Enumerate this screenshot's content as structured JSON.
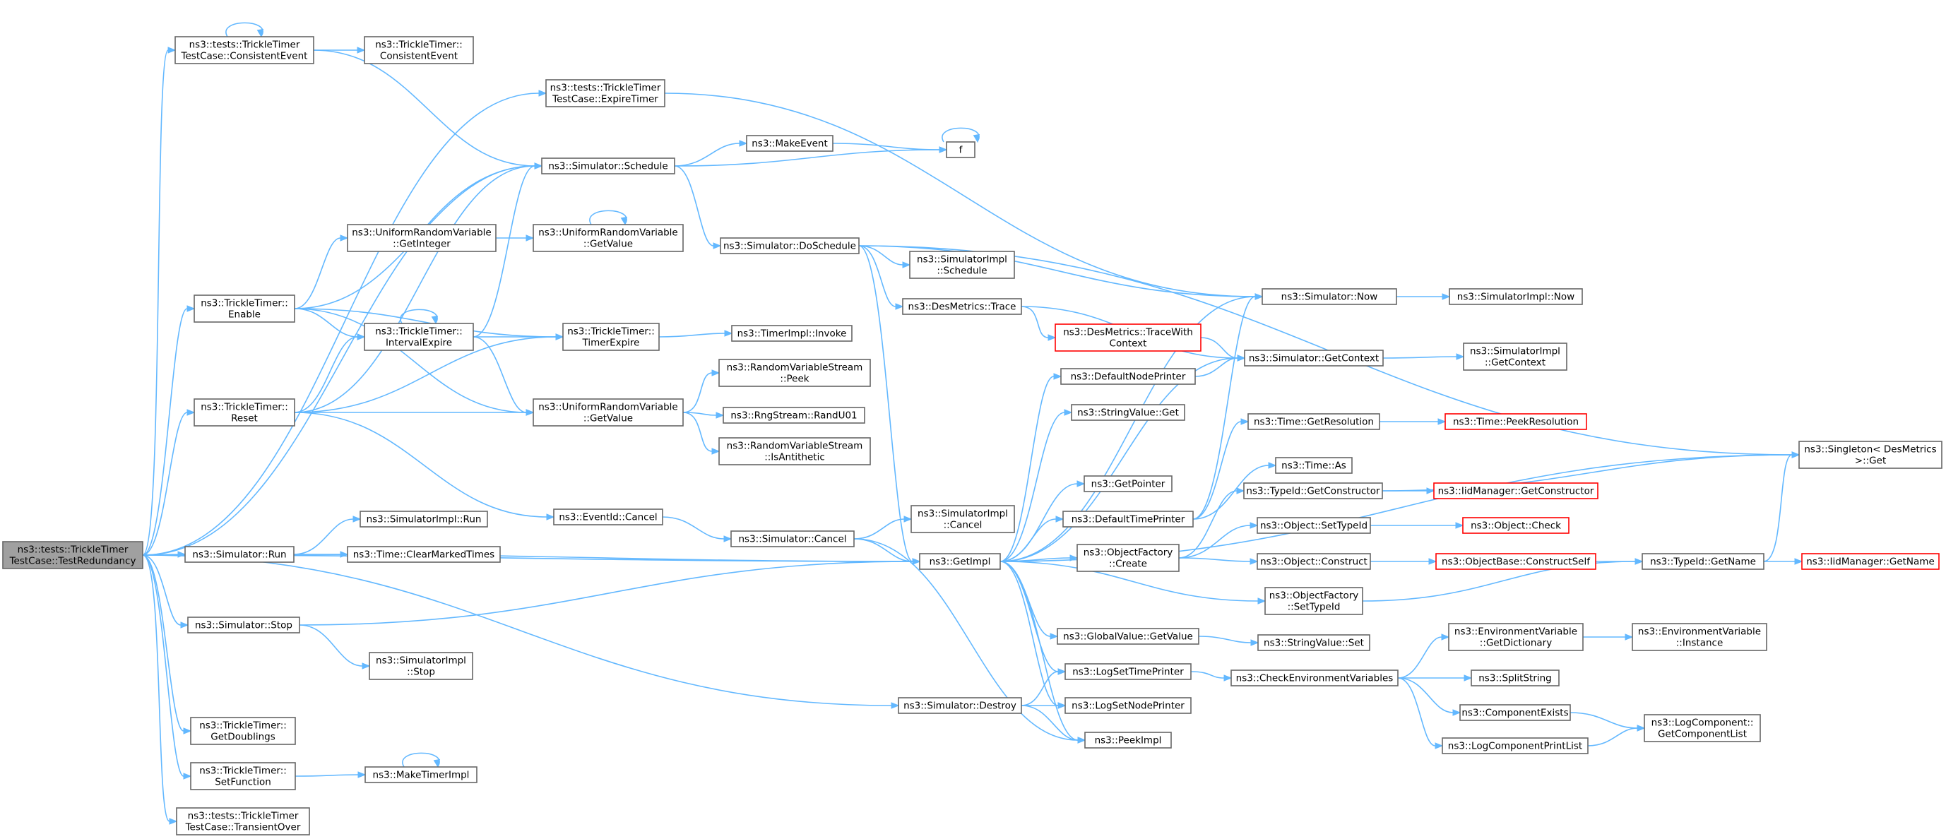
{
  "nodes": {
    "root": [
      "ns3::tests::TrickleTimer",
      "TestCase::TestRedundancy"
    ],
    "consistent_event": [
      "ns3::tests::TrickleTimer",
      "TestCase::ConsistentEvent"
    ],
    "tt_consistent_event": [
      "ns3::TrickleTimer::",
      "ConsistentEvent"
    ],
    "expire_timer": [
      "ns3::tests::TrickleTimer",
      "TestCase::ExpireTimer"
    ],
    "sim_schedule": [
      "ns3::Simulator::Schedule"
    ],
    "make_event": [
      "ns3::MakeEvent"
    ],
    "f": [
      "f"
    ],
    "urv_get_integer": [
      "ns3::UniformRandomVariable",
      "::GetInteger"
    ],
    "urv_get_value_a": [
      "ns3::UniformRandomVariable",
      "::GetValue"
    ],
    "sim_do_schedule": [
      "ns3::Simulator::DoSchedule"
    ],
    "tt_enable": [
      "ns3::TrickleTimer::",
      "Enable"
    ],
    "simimpl_schedule": [
      "ns3::SimulatorImpl",
      "::Schedule"
    ],
    "tt_interval_expire": [
      "ns3::TrickleTimer::",
      "IntervalExpire"
    ],
    "tt_timer_expire": [
      "ns3::TrickleTimer::",
      "TimerExpire"
    ],
    "timerimpl_invoke": [
      "ns3::TimerImpl::Invoke"
    ],
    "desmetrics_trace": [
      "ns3::DesMetrics::Trace"
    ],
    "sim_now": [
      "ns3::Simulator::Now"
    ],
    "simimpl_now": [
      "ns3::SimulatorImpl::Now"
    ],
    "desmetrics_trace_ctx": [
      "ns3::DesMetrics::TraceWith",
      "Context"
    ],
    "sim_get_context": [
      "ns3::Simulator::GetContext"
    ],
    "simimpl_get_context": [
      "ns3::SimulatorImpl",
      "::GetContext"
    ],
    "default_node_printer": [
      "ns3::DefaultNodePrinter"
    ],
    "rvs_peek": [
      "ns3::RandomVariableStream",
      "::Peek"
    ],
    "tt_reset": [
      "ns3::TrickleTimer::",
      "Reset"
    ],
    "urv_get_value_b": [
      "ns3::UniformRandomVariable",
      "::GetValue"
    ],
    "rng_randu01": [
      "ns3::RngStream::RandU01"
    ],
    "string_value_get": [
      "ns3::StringValue::Get"
    ],
    "time_get_resolution": [
      "ns3::Time::GetResolution"
    ],
    "time_peek_resolution": [
      "ns3::Time::PeekResolution"
    ],
    "rvs_is_antithetic": [
      "ns3::RandomVariableStream",
      "::IsAntithetic"
    ],
    "time_as": [
      "ns3::Time::As"
    ],
    "singleton_get": [
      "ns3::Singleton< DesMetrics",
      ">::Get"
    ],
    "get_pointer": [
      "ns3::GetPointer"
    ],
    "typeid_get_constructor": [
      "ns3::TypeId::GetConstructor"
    ],
    "iidmanager_get_constructor": [
      "ns3::IidManager::GetConstructor"
    ],
    "simimpl_run": [
      "ns3::SimulatorImpl::Run"
    ],
    "eventid_cancel": [
      "ns3::EventId::Cancel"
    ],
    "simimpl_cancel": [
      "ns3::SimulatorImpl",
      "::Cancel"
    ],
    "default_time_printer": [
      "ns3::DefaultTimePrinter"
    ],
    "object_set_type_id": [
      "ns3::Object::SetTypeId"
    ],
    "object_check": [
      "ns3::Object::Check"
    ],
    "sim_cancel": [
      "ns3::Simulator::Cancel"
    ],
    "sim_run": [
      "ns3::Simulator::Run"
    ],
    "time_clear_marked": [
      "ns3::Time::ClearMarkedTimes"
    ],
    "get_impl": [
      "ns3::GetImpl"
    ],
    "object_factory_create": [
      "ns3::ObjectFactory",
      "::Create"
    ],
    "object_construct": [
      "ns3::Object::Construct"
    ],
    "objectbase_construct_self": [
      "ns3::ObjectBase::ConstructSelf"
    ],
    "typeid_get_name": [
      "ns3::TypeId::GetName"
    ],
    "iidmanager_get_name": [
      "ns3::IidManager::GetName"
    ],
    "object_factory_set_type_id": [
      "ns3::ObjectFactory",
      "::SetTypeId"
    ],
    "sim_stop": [
      "ns3::Simulator::Stop"
    ],
    "global_value_get_value": [
      "ns3::GlobalValue::GetValue"
    ],
    "string_value_set": [
      "ns3::StringValue::Set"
    ],
    "env_get_dictionary": [
      "ns3::EnvironmentVariable",
      "::GetDictionary"
    ],
    "env_instance": [
      "ns3::EnvironmentVariable",
      "::Instance"
    ],
    "simimpl_stop": [
      "ns3::SimulatorImpl",
      "::Stop"
    ],
    "log_set_time_printer": [
      "ns3::LogSetTimePrinter"
    ],
    "check_env_vars": [
      "ns3::CheckEnvironmentVariables"
    ],
    "split_string": [
      "ns3::SplitString"
    ],
    "sim_destroy": [
      "ns3::Simulator::Destroy"
    ],
    "log_set_node_printer": [
      "ns3::LogSetNodePrinter"
    ],
    "component_exists": [
      "ns3::ComponentExists"
    ],
    "log_component_get_list": [
      "ns3::LogComponent::",
      "GetComponentList"
    ],
    "tt_get_doublings": [
      "ns3::TrickleTimer::",
      "GetDoublings"
    ],
    "log_component_print_list": [
      "ns3::LogComponentPrintList"
    ],
    "peek_impl": [
      "ns3::PeekImpl"
    ],
    "tt_set_function": [
      "ns3::TrickleTimer::",
      "SetFunction"
    ],
    "make_timer_impl": [
      "ns3::MakeTimerImpl"
    ],
    "transient_over": [
      "ns3::tests::TrickleTimer",
      "TestCase::TransientOver"
    ]
  },
  "incomplete_nodes": [
    "desmetrics_trace_ctx",
    "time_peek_resolution",
    "iidmanager_get_constructor",
    "object_check",
    "objectbase_construct_self",
    "iidmanager_get_name"
  ],
  "edges": [
    [
      "root",
      "consistent_event"
    ],
    [
      "root",
      "expire_timer"
    ],
    [
      "root",
      "sim_schedule"
    ],
    [
      "root",
      "tt_enable"
    ],
    [
      "root",
      "tt_reset"
    ],
    [
      "root",
      "sim_run"
    ],
    [
      "root",
      "get_impl"
    ],
    [
      "root",
      "sim_stop"
    ],
    [
      "root",
      "sim_destroy"
    ],
    [
      "root",
      "tt_get_doublings"
    ],
    [
      "root",
      "tt_set_function"
    ],
    [
      "root",
      "transient_over"
    ],
    [
      "consistent_event",
      "consistent_event"
    ],
    [
      "consistent_event",
      "tt_consistent_event"
    ],
    [
      "consistent_event",
      "sim_schedule"
    ],
    [
      "expire_timer",
      "sim_now"
    ],
    [
      "sim_schedule",
      "make_event"
    ],
    [
      "sim_schedule",
      "f"
    ],
    [
      "sim_schedule",
      "sim_do_schedule"
    ],
    [
      "make_event",
      "f"
    ],
    [
      "f",
      "f"
    ],
    [
      "sim_do_schedule",
      "sim_now"
    ],
    [
      "sim_do_schedule",
      "simimpl_schedule"
    ],
    [
      "sim_do_schedule",
      "desmetrics_trace"
    ],
    [
      "sim_do_schedule",
      "get_impl"
    ],
    [
      "sim_do_schedule",
      "singleton_get"
    ],
    [
      "tt_enable",
      "sim_schedule"
    ],
    [
      "tt_enable",
      "urv_get_integer"
    ],
    [
      "tt_enable",
      "tt_interval_expire"
    ],
    [
      "tt_enable",
      "tt_timer_expire"
    ],
    [
      "tt_enable",
      "urv_get_value_b"
    ],
    [
      "urv_get_integer",
      "urv_get_value_a"
    ],
    [
      "urv_get_value_a",
      "urv_get_value_a"
    ],
    [
      "tt_interval_expire",
      "tt_interval_expire"
    ],
    [
      "tt_interval_expire",
      "sim_schedule"
    ],
    [
      "tt_interval_expire",
      "tt_timer_expire"
    ],
    [
      "tt_interval_expire",
      "urv_get_value_b"
    ],
    [
      "tt_timer_expire",
      "timerimpl_invoke"
    ],
    [
      "tt_reset",
      "sim_schedule"
    ],
    [
      "tt_reset",
      "tt_interval_expire"
    ],
    [
      "tt_reset",
      "tt_timer_expire"
    ],
    [
      "tt_reset",
      "urv_get_value_b"
    ],
    [
      "tt_reset",
      "eventid_cancel"
    ],
    [
      "urv_get_value_b",
      "rvs_peek"
    ],
    [
      "urv_get_value_b",
      "rng_randu01"
    ],
    [
      "urv_get_value_b",
      "rvs_is_antithetic"
    ],
    [
      "desmetrics_trace",
      "desmetrics_trace_ctx"
    ],
    [
      "desmetrics_trace",
      "sim_get_context"
    ],
    [
      "desmetrics_trace_ctx",
      "sim_get_context"
    ],
    [
      "sim_now",
      "simimpl_now"
    ],
    [
      "sim_get_context",
      "simimpl_get_context"
    ],
    [
      "eventid_cancel",
      "sim_cancel"
    ],
    [
      "sim_cancel",
      "simimpl_cancel"
    ],
    [
      "sim_cancel",
      "get_impl"
    ],
    [
      "sim_cancel",
      "peek_impl"
    ],
    [
      "sim_run",
      "simimpl_run"
    ],
    [
      "sim_run",
      "time_clear_marked"
    ],
    [
      "sim_run",
      "get_impl"
    ],
    [
      "sim_stop",
      "get_impl"
    ],
    [
      "sim_stop",
      "simimpl_stop"
    ],
    [
      "get_impl",
      "sim_now"
    ],
    [
      "get_impl",
      "sim_get_context"
    ],
    [
      "get_impl",
      "default_node_printer"
    ],
    [
      "get_impl",
      "string_value_get"
    ],
    [
      "get_impl",
      "get_pointer"
    ],
    [
      "get_impl",
      "default_time_printer"
    ],
    [
      "get_impl",
      "object_factory_create"
    ],
    [
      "get_impl",
      "object_factory_set_type_id"
    ],
    [
      "get_impl",
      "global_value_get_value"
    ],
    [
      "get_impl",
      "log_set_time_printer"
    ],
    [
      "get_impl",
      "log_set_node_printer"
    ],
    [
      "get_impl",
      "peek_impl"
    ],
    [
      "get_impl",
      "singleton_get"
    ],
    [
      "default_node_printer",
      "sim_get_context"
    ],
    [
      "default_time_printer",
      "sim_now"
    ],
    [
      "default_time_printer",
      "time_get_resolution"
    ],
    [
      "default_time_printer",
      "time_as"
    ],
    [
      "time_get_resolution",
      "time_peek_resolution"
    ],
    [
      "object_factory_create",
      "typeid_get_constructor"
    ],
    [
      "object_factory_create",
      "object_set_type_id"
    ],
    [
      "object_factory_create",
      "object_construct"
    ],
    [
      "typeid_get_constructor",
      "iidmanager_get_constructor"
    ],
    [
      "typeid_get_constructor",
      "singleton_get"
    ],
    [
      "object_set_type_id",
      "object_check"
    ],
    [
      "object_construct",
      "objectbase_construct_self"
    ],
    [
      "objectbase_construct_self",
      "typeid_get_name"
    ],
    [
      "typeid_get_name",
      "iidmanager_get_name"
    ],
    [
      "typeid_get_name",
      "singleton_get"
    ],
    [
      "object_factory_set_type_id",
      "typeid_get_name"
    ],
    [
      "global_value_get_value",
      "string_value_set"
    ],
    [
      "log_set_time_printer",
      "check_env_vars"
    ],
    [
      "check_env_vars",
      "env_get_dictionary"
    ],
    [
      "check_env_vars",
      "split_string"
    ],
    [
      "check_env_vars",
      "component_exists"
    ],
    [
      "check_env_vars",
      "log_component_print_list"
    ],
    [
      "env_get_dictionary",
      "env_instance"
    ],
    [
      "component_exists",
      "log_component_get_list"
    ],
    [
      "log_component_print_list",
      "log_component_get_list"
    ],
    [
      "sim_destroy",
      "log_set_time_printer"
    ],
    [
      "sim_destroy",
      "log_set_node_printer"
    ],
    [
      "sim_destroy",
      "peek_impl"
    ],
    [
      "tt_set_function",
      "make_timer_impl"
    ],
    [
      "make_timer_impl",
      "make_timer_impl"
    ]
  ]
}
